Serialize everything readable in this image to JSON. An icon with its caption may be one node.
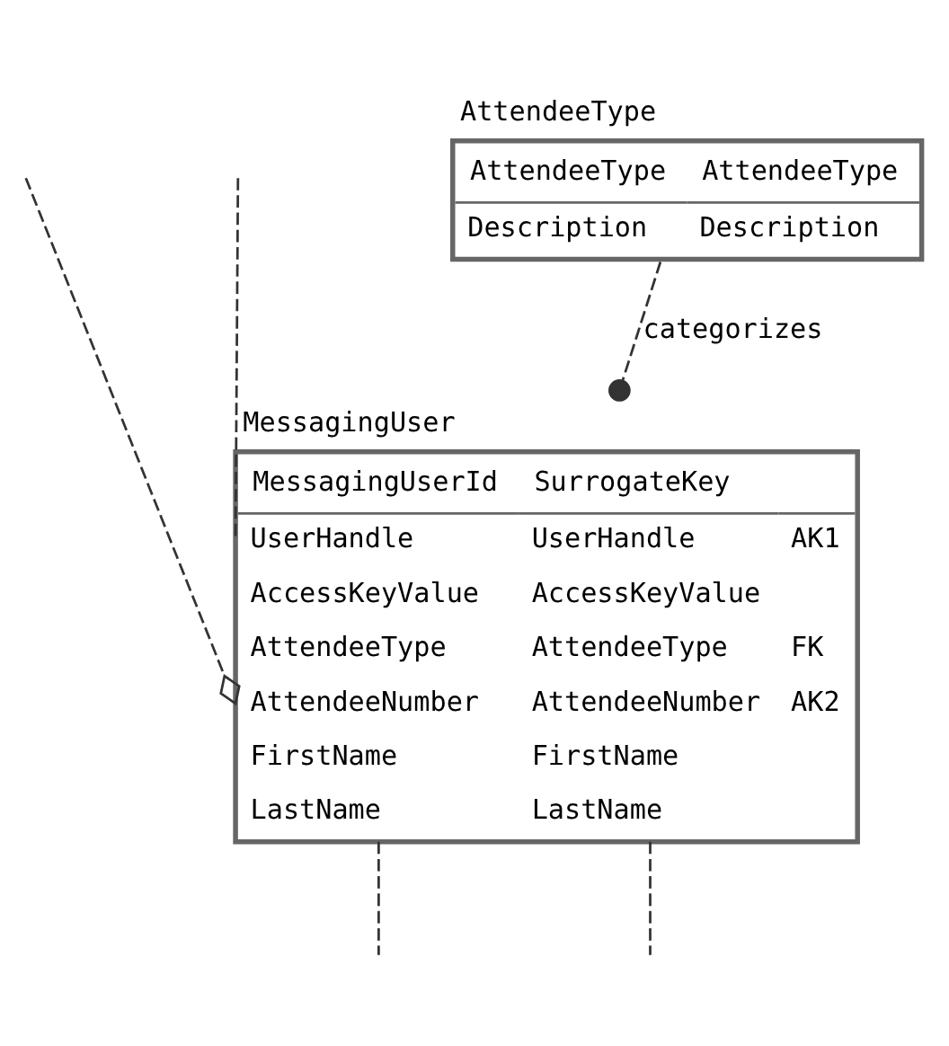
{
  "diagram": {
    "nodes": [
      {
        "text": [
          "AttendeeType",
          "AttendeeType",
          "AttendeeType",
          "Description",
          "Description"
        ]
      },
      {
        "text": [
          "MessagingUser",
          "MessagingUserId",
          "SurrogateKey",
          "UserHandle",
          "UserHandle",
          "AK1",
          "AccessKeyValue",
          "AccessKeyValue",
          "AttendeeType",
          "AttendeeType",
          "FK",
          "AttendeeNumber",
          "AttendeeNumber",
          "AK2",
          "FirstName",
          "FirstName",
          "LastName",
          "LastName"
        ]
      }
    ],
    "edges": [
      {
        "from": 0,
        "to": 1,
        "arrow": "other",
        "label": "categorizes",
        "style": "dashed"
      },
      {
        "from": null,
        "to": 1,
        "arrow": "other",
        "style": "dashed"
      },
      {
        "from": null,
        "to": 1,
        "arrow": "none",
        "style": "dashed"
      },
      {
        "from": 1,
        "to": null,
        "arrow": "none",
        "style": "dashed"
      },
      {
        "from": 1,
        "to": null,
        "arrow": "none",
        "style": "dashed"
      }
    ]
  }
}
